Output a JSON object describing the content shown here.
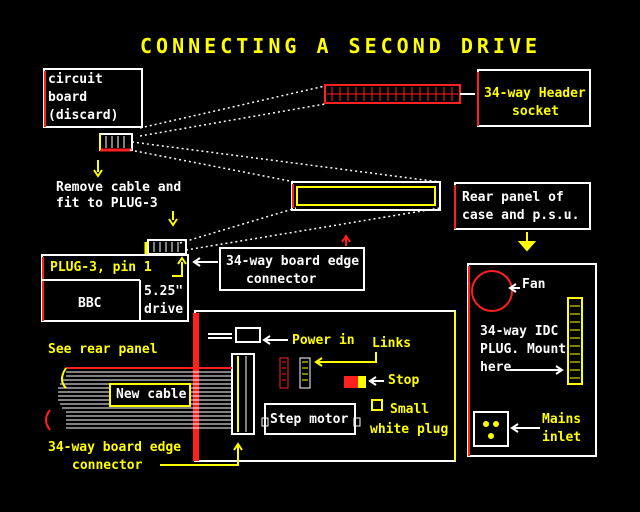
{
  "title": "CONNECTING A SECOND DRIVE",
  "colors": {
    "background": "#000000",
    "yellow": "#ffff00",
    "white": "#ffffff",
    "red": "#ff2020"
  },
  "labels": {
    "circuit_board": [
      "circuit",
      "board",
      "(discard)"
    ],
    "header_socket": [
      "34-way Header",
      "socket"
    ],
    "remove_cable": [
      "Remove cable and",
      "fit to PLUG-3"
    ],
    "rear_panel_note": [
      "Rear panel of",
      "case and p.s.u."
    ],
    "plug3_pin": "PLUG-3, pin 1",
    "edge_connector_top": [
      "34-way board edge",
      "connector"
    ],
    "bbc": "BBC",
    "drive": [
      "5.25\"",
      "drive"
    ],
    "see_rear_panel": "See rear panel",
    "power_in": "Power in",
    "links": "Links",
    "fan": "Fan",
    "idc_plug": [
      "34-way IDC",
      "PLUG. Mount",
      "here"
    ],
    "stop": "Stop",
    "new_cable": "New cable",
    "step_motor": "Step motor",
    "small_white_plug": [
      "Small",
      "white plug"
    ],
    "mains_inlet": [
      "Mains",
      "inlet"
    ],
    "edge_connector_bottom": [
      "34-way board edge",
      "connector"
    ]
  }
}
